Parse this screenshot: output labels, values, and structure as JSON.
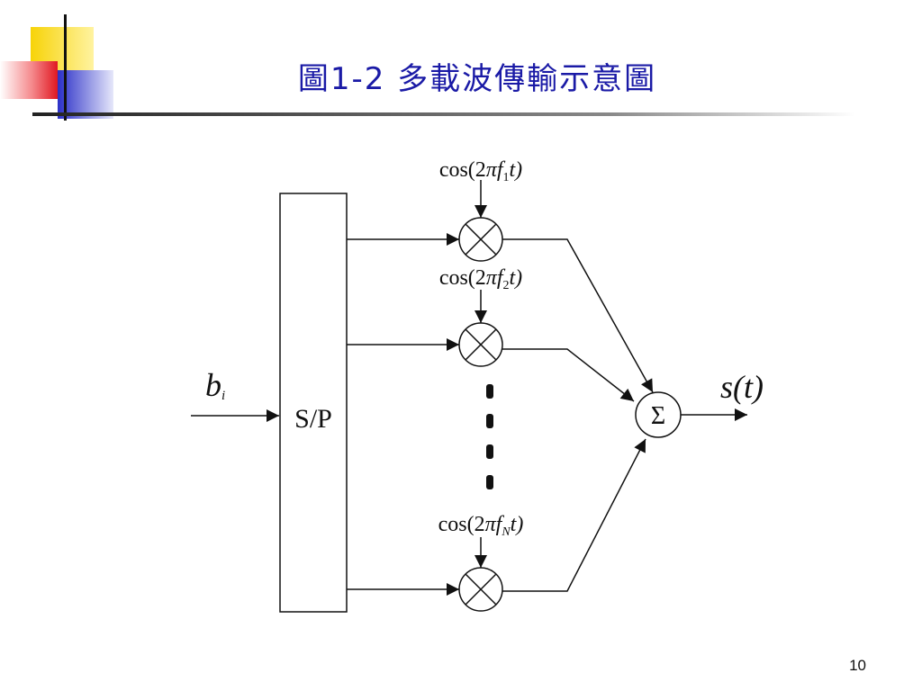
{
  "slide": {
    "title": "圖1-2 多載波傳輸示意圖",
    "page_number": "10"
  },
  "diagram": {
    "input_label_base": "b",
    "input_label_sub": "i",
    "sp_block_label": "S/P",
    "carriers": [
      {
        "prefix": "cos(2",
        "pi": "π",
        "f": "f",
        "sub": "1",
        "suffix": "t)"
      },
      {
        "prefix": "cos(2",
        "pi": "π",
        "f": "f",
        "sub": "2",
        "suffix": "t)"
      },
      {
        "prefix": "cos(2",
        "pi": "π",
        "f": "f",
        "sub": "N",
        "suffix": "t)"
      }
    ],
    "summer_symbol": "Σ",
    "output_label": "s(t)"
  },
  "colors": {
    "title": "#1a1aa6",
    "deco_yellow": "#f7d308",
    "deco_red": "#ee1d25",
    "deco_blue": "#2b30c8",
    "line": "#111111"
  }
}
